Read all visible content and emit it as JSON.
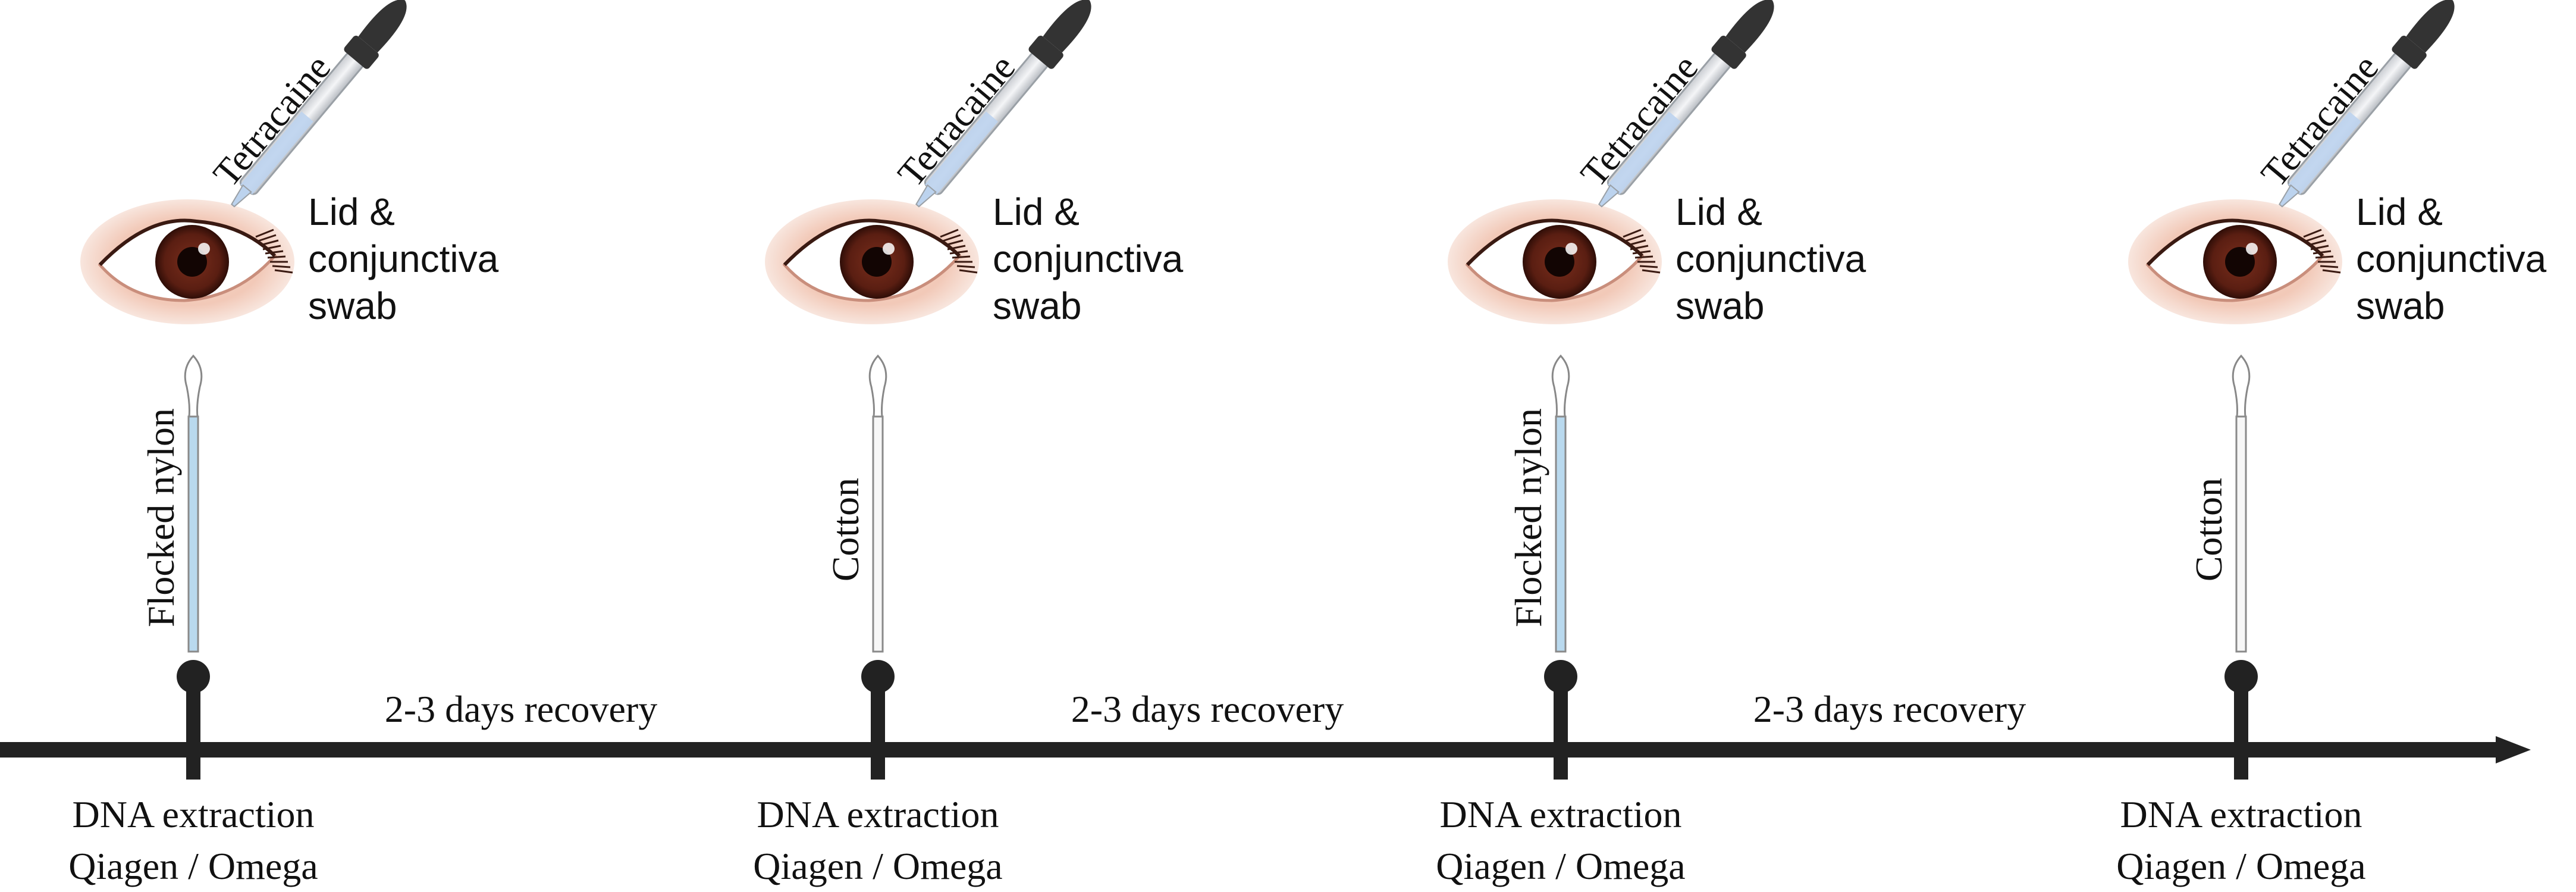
{
  "timeline": {
    "line_color": "#222222",
    "stages": [
      {
        "anesthetic_label": "Tetracaine",
        "procedure_label_lines": [
          "Lid &",
          "conjunctiva",
          "swab"
        ],
        "swab_type": "Flocked nylon",
        "swab_icon": "flocked-swab-icon",
        "extraction_lines": [
          "DNA extraction",
          "Qiagen / Omega"
        ]
      },
      {
        "anesthetic_label": "Tetracaine",
        "procedure_label_lines": [
          "Lid &",
          "conjunctiva",
          "swab"
        ],
        "swab_type": "Cotton",
        "swab_icon": "cotton-swab-icon",
        "extraction_lines": [
          "DNA extraction",
          "Qiagen / Omega"
        ]
      },
      {
        "anesthetic_label": "Tetracaine",
        "procedure_label_lines": [
          "Lid &",
          "conjunctiva",
          "swab"
        ],
        "swab_type": "Flocked nylon",
        "swab_icon": "flocked-swab-icon",
        "extraction_lines": [
          "DNA extraction",
          "Qiagen / Omega"
        ]
      },
      {
        "anesthetic_label": "Tetracaine",
        "procedure_label_lines": [
          "Lid &",
          "conjunctiva",
          "swab"
        ],
        "swab_type": "Cotton",
        "swab_icon": "cotton-swab-icon",
        "extraction_lines": [
          "DNA extraction",
          "Qiagen / Omega"
        ]
      }
    ],
    "intervals": [
      "2-3 days recovery",
      "2-3 days recovery",
      "2-3 days recovery"
    ]
  },
  "colors": {
    "iris": "#5a1e12",
    "eye_surround": "#f2c9b8",
    "nylon_swab": "#b9d9ee",
    "dropper_bulb": "#333333",
    "dropper_liquid": "#bcd3ee"
  }
}
